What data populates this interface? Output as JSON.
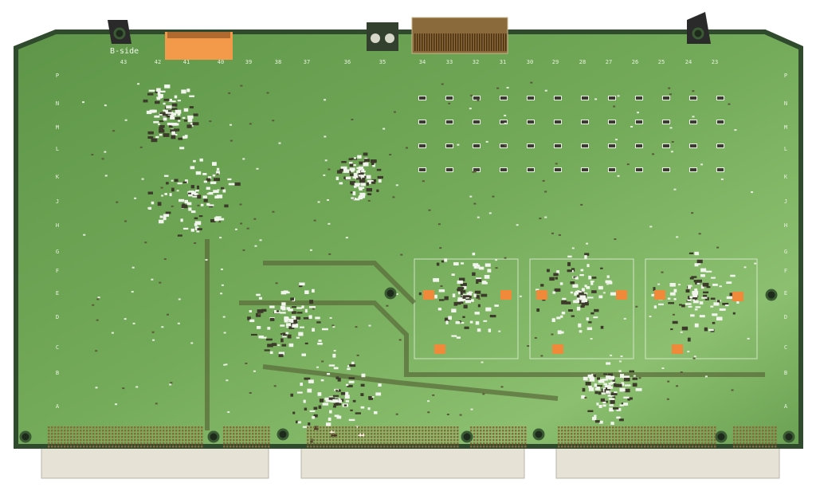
{
  "board": {
    "side_label": "B-side",
    "column_labels": [
      "43",
      "42",
      "41",
      "40",
      "39",
      "38",
      "37",
      "36",
      "35",
      "34",
      "33",
      "32",
      "31",
      "30",
      "29",
      "28",
      "27",
      "26",
      "25",
      "24",
      "23"
    ],
    "row_labels": [
      "P",
      "N",
      "M",
      "L",
      "K",
      "J",
      "H",
      "G",
      "F",
      "E",
      "D",
      "C",
      "B",
      "A"
    ],
    "colors": {
      "solder_mask": "#6aa052",
      "board_edge": "#2f4a2c",
      "gold_pins": "#8a6a3a",
      "connector_plastic": "#e6e2d6",
      "orange_parts": "#f08a3a",
      "label_sticker": "#f39a4a"
    }
  }
}
